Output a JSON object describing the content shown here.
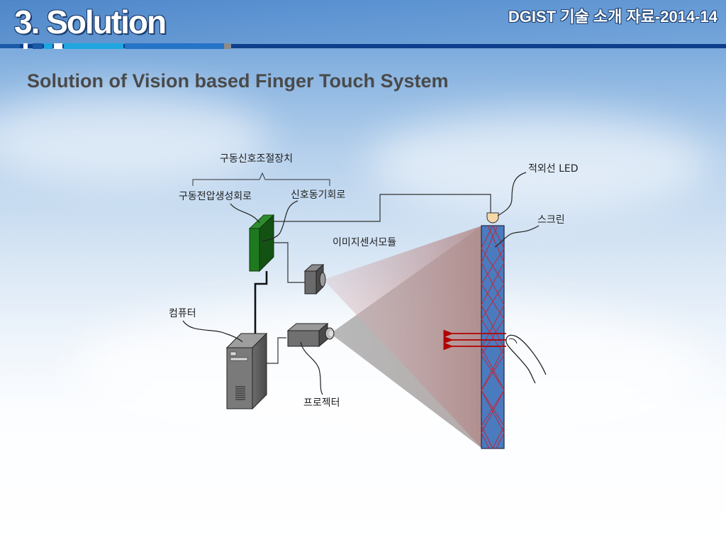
{
  "slide": {
    "section_title": "3. Solution",
    "doc_tag": "DGIST 기술 소개 자료-2014-14",
    "subtitle": "Solution of Vision based Finger Touch System"
  },
  "diagram": {
    "labels": {
      "drive_control": "구동신호조절장치",
      "drive_voltage": "구동전압생성회로",
      "sync_circuit": "신호동기회로",
      "image_sensor": "이미지센서모듈",
      "computer": "컴퓨터",
      "projector": "프로젝터",
      "ir_led": "적외선 LED",
      "screen": "스크린"
    }
  },
  "colors": {
    "rule_navy": "#0d3f8c",
    "rule_cyan": "#1fa6e0",
    "circuit_green": "#1f7a1f",
    "screen_blue": "#4a7bbf",
    "beam_red": "#c0283a",
    "arrow_red": "#b30000"
  }
}
